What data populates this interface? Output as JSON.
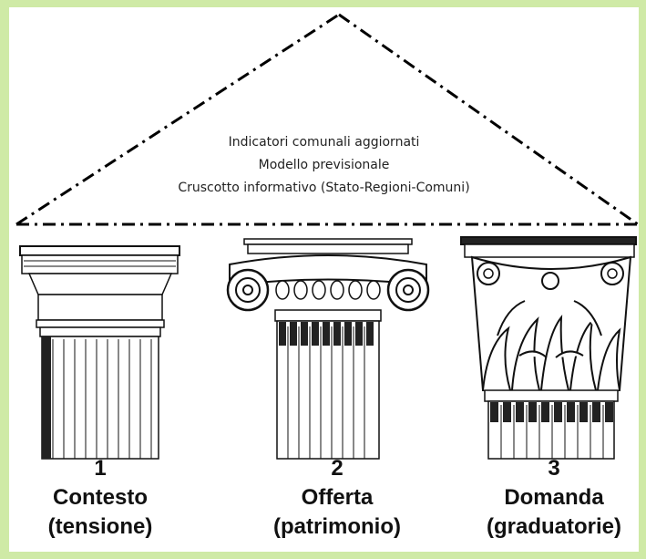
{
  "roof": {
    "lines": [
      "Indicatori comunali aggiornati",
      "Modello previsionale",
      "Cruscotto informativo (Stato-Regioni-Comuni)"
    ]
  },
  "pillars": [
    {
      "number": "1",
      "title": "Contesto",
      "subtitle": "(tensione)",
      "order": "doric"
    },
    {
      "number": "2",
      "title": "Offerta",
      "subtitle": "(patrimonio)",
      "order": "ionic"
    },
    {
      "number": "3",
      "title": "Domanda",
      "subtitle": "(graduatorie)",
      "order": "corinthian"
    }
  ],
  "colors": {
    "background": "#cfeaa6",
    "ink": "#111111"
  }
}
